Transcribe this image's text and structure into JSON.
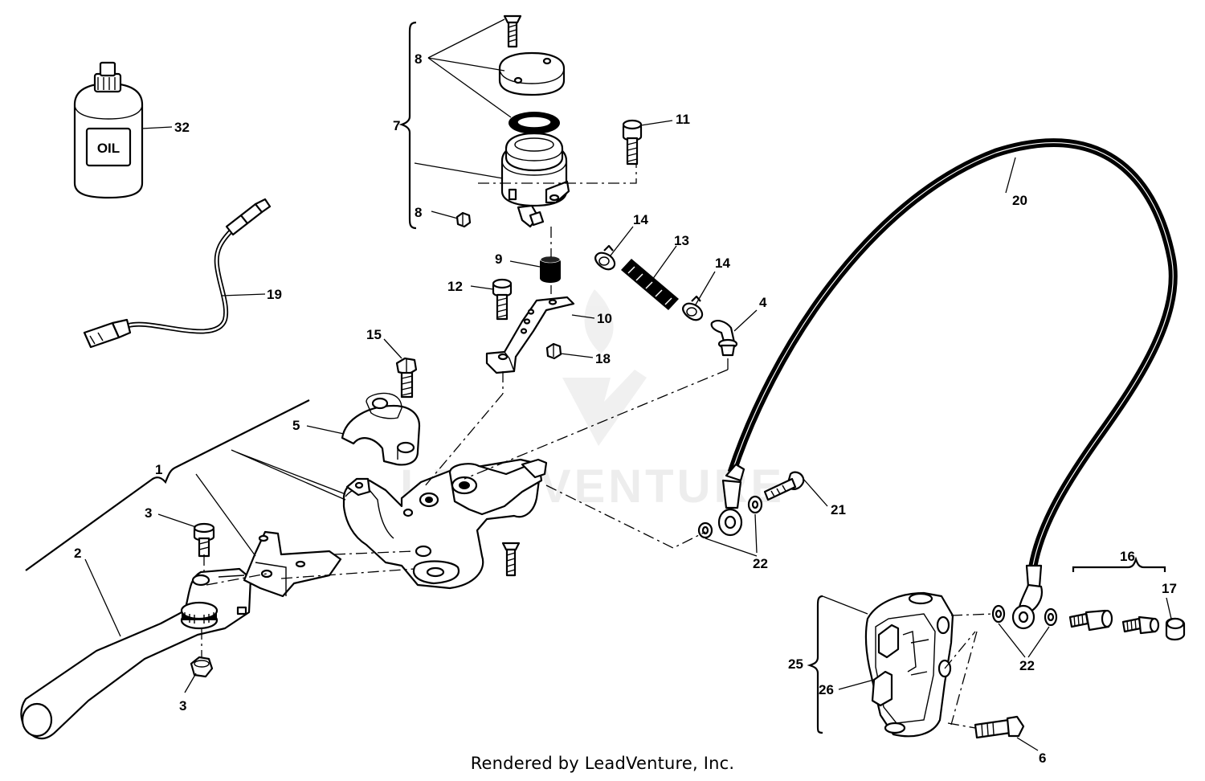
{
  "footer": {
    "credit": "Rendered by LeadVenture, Inc."
  },
  "watermark": {
    "text": "LEADVENTURE"
  },
  "bottle": {
    "label": "OIL"
  },
  "callouts": {
    "c1": "1",
    "c2": "2",
    "c3a": "3",
    "c3b": "3",
    "c4": "4",
    "c5": "5",
    "c6": "6",
    "c7": "7",
    "c8a": "8",
    "c8b": "8",
    "c9": "9",
    "c10": "10",
    "c11": "11",
    "c12": "12",
    "c13": "13",
    "c14a": "14",
    "c14b": "14",
    "c15": "15",
    "c16": "16",
    "c17": "17",
    "c18": "18",
    "c19": "19",
    "c20": "20",
    "c21": "21",
    "c22a": "22",
    "c22b": "22",
    "c25": "25",
    "c26": "26",
    "c32": "32"
  },
  "colors": {
    "line": "#000000",
    "background": "#ffffff",
    "watermark": "#ececec"
  }
}
